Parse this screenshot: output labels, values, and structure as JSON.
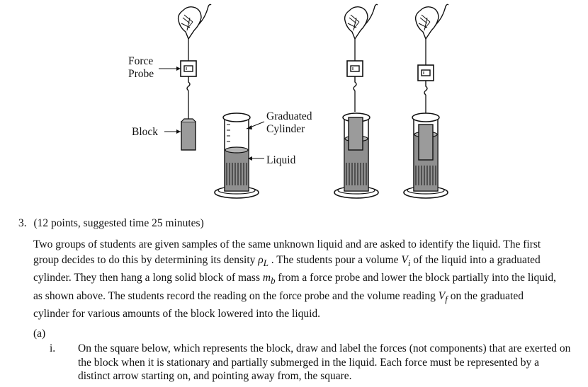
{
  "figure": {
    "labels": {
      "force_probe_line1": "Force",
      "force_probe_line2": "Probe",
      "block": "Block",
      "graduated_line1": "Graduated",
      "graduated_line2": "Cylinder",
      "liquid": "Liquid"
    }
  },
  "question": {
    "number": "3.",
    "points": "(12 points, suggested time 25 minutes)",
    "para_1": "Two groups of students are given samples of the same unknown liquid and are asked to identify the liquid. The first group decides to do this by determining its density ",
    "sym_rho": "ρ",
    "sub_L": "L",
    "para_2": " . The students pour a volume ",
    "sym_V": "V",
    "sub_i": "i",
    "para_3": "  of the liquid into a graduated cylinder. They then hang a long solid block of mass ",
    "sym_m": "m",
    "sub_b": "b",
    "para_4": "  from a force probe and lower the block partially into the liquid, as shown above. The students record the reading on the force probe and the volume reading ",
    "sub_f": "f",
    "para_5": "  on the graduated cylinder for various amounts of the block lowered into the liquid.",
    "part_a": "(a)",
    "item_i_label": "i.",
    "item_i_text": "On the square below, which represents the block, draw and label the forces (not components) that are exerted on the block when it is stationary and partially submerged in the liquid. Each force must be represented by a distinct arrow starting on, and pointing away from, the square."
  }
}
